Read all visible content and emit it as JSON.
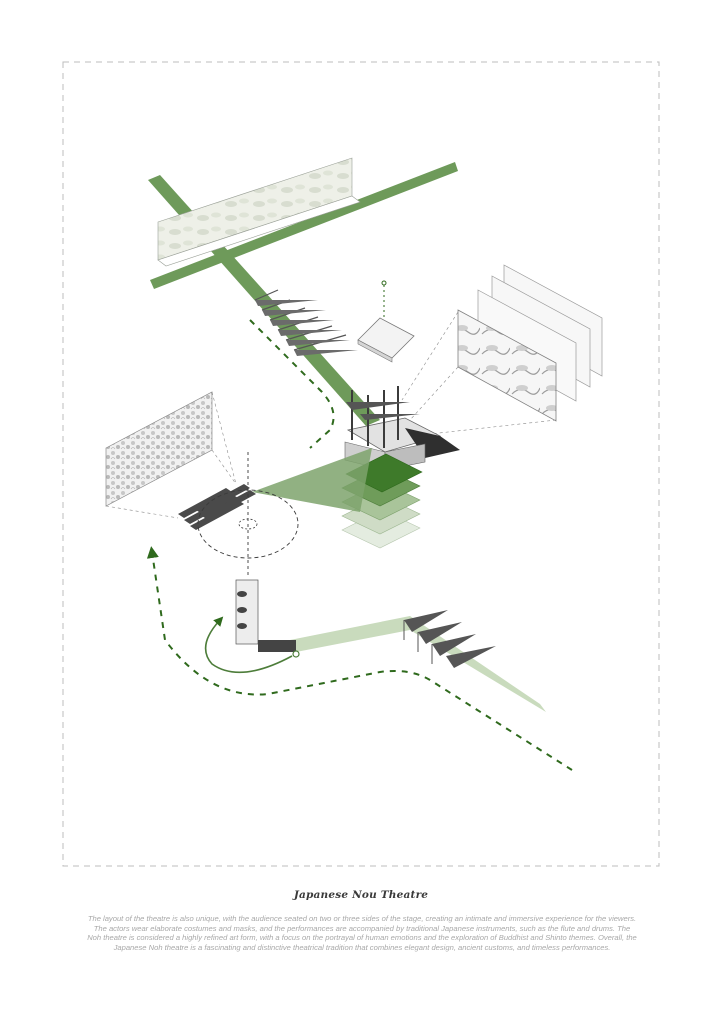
{
  "caption": {
    "title": "Japanese Nou Theatre",
    "body": "The layout of the theatre is also unique, with the audience seated on two or three sides of the stage, creating an intimate and immersive experience for the viewers. The actors wear elaborate costumes and masks, and the performances are accompanied by traditional Japanese instruments, such as the flute and drums. The Noh theatre is considered a highly refined art form, with a focus on the portrayal of human emotions and the exploration of Buddhist and Shinto themes. Overall, the Japanese Noh theatre is a fascinating and distinctive theatrical tradition that combines elegant design, ancient customs, and timeless performances."
  },
  "palette": {
    "green": "#6e9a5a",
    "green_dark": "#2f6a1d",
    "green_light": "#c9dbbd",
    "grey": "#8a8a8a",
    "dark": "#3b3b3b"
  },
  "icons": [
    "dashed-arrow",
    "circular-arrow",
    "layer-stack"
  ]
}
